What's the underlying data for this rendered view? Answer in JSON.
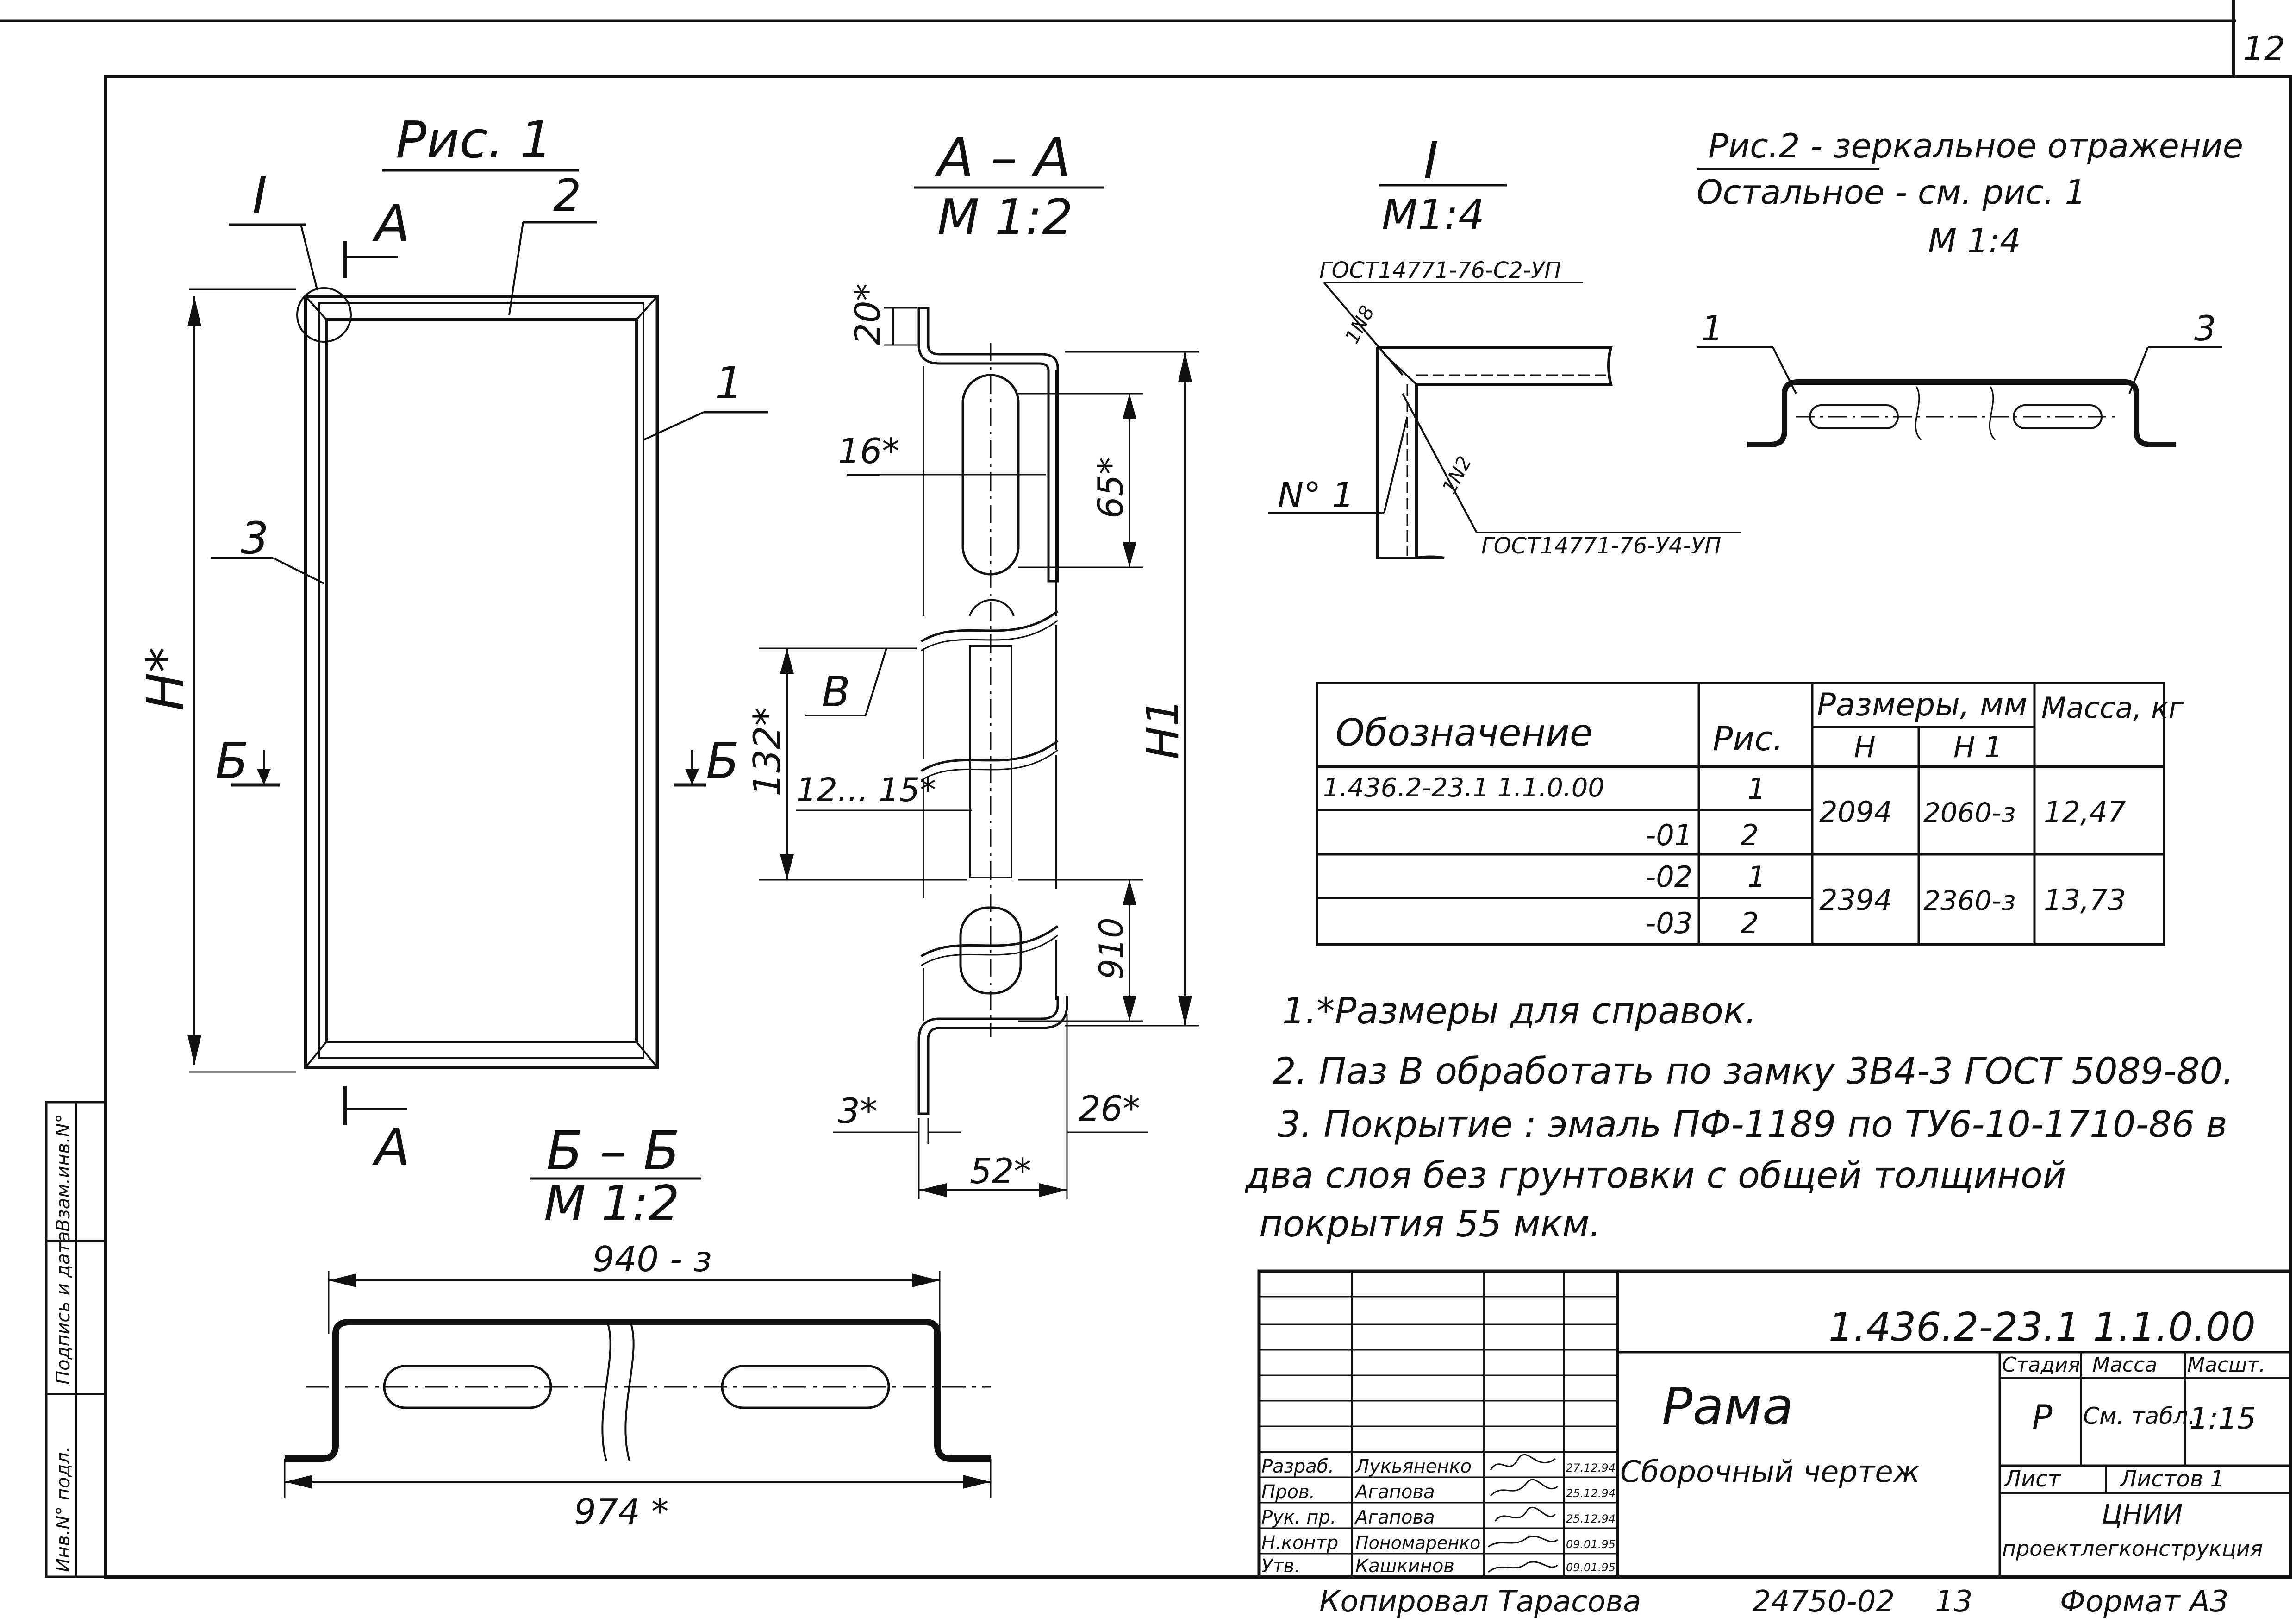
{
  "sheet": {
    "number": "12"
  },
  "fig1": {
    "title": "Рис. 1",
    "view_mark": "I",
    "section_a": "А",
    "section_b": "Б",
    "height_dim": "H*",
    "positions": [
      "1",
      "2",
      "3"
    ]
  },
  "section_aa": {
    "title": "А – А",
    "scale": "М 1:2",
    "dims": {
      "top": "20*",
      "slot_width": "16*",
      "slot_len": "65*",
      "pitch": "132*",
      "range": "12... 15*",
      "bottom_len": "910",
      "h1": "H1",
      "flange_left": "3*",
      "flange_right": "26*",
      "width": "52*"
    },
    "groove": "В"
  },
  "detail_i": {
    "title": "I",
    "scale": "М1:4",
    "weld_top": "ГОСТ14771-76-С2-УП",
    "weld_top_leg": "1N8",
    "weld_bottom": "ГОСТ14771-76-У4-УП",
    "weld_bottom_leg": "1N2",
    "weld_number": "N° 1"
  },
  "fig2": {
    "title": "Рис.2 - зеркальное отражение",
    "note": "Остальное - см. рис. 1",
    "scale": "М 1:4",
    "pos_left": "1",
    "pos_right": "3"
  },
  "section_bb": {
    "title": "Б – Б",
    "scale": "М 1:2",
    "dim_inner": "940 - з",
    "dim_outer": "974 *"
  },
  "table": {
    "headers": {
      "designation": "Обозначение",
      "fig": "Рис.",
      "dims": "Размеры, мм",
      "h": "H",
      "h1": "H 1",
      "mass": "Масса, кг"
    },
    "rows": [
      {
        "designation": "1.436.2-23.1  1.1.0.00",
        "fig": "1",
        "h": "2094",
        "h1": "2060-з",
        "mass": "12,47"
      },
      {
        "designation": "-01",
        "fig": "2"
      },
      {
        "designation": "-02",
        "fig": "1",
        "h": "2394",
        "h1": "2360-з",
        "mass": "13,73"
      },
      {
        "designation": "-03",
        "fig": "2"
      }
    ]
  },
  "notes": [
    "1.*Размеры для справок.",
    "2. Паз В обработать по замку 3В4-3 ГОСТ 5089-80.",
    "3. Покрытие : эмаль ПФ-1189 по ТУ6-10-1710-86 в",
    "два слоя без грунтовки с общей толщиной",
    "покрытия  55 мкм."
  ],
  "title_block": {
    "code": "1.436.2-23.1  1.1.0.00",
    "name": "Рама",
    "subtitle": "Сборочный чертеж",
    "stage_label": "Стадия",
    "mass_label": "Масса",
    "scale_label": "Масшт.",
    "stage": "Р",
    "mass": "См. табл.",
    "scale": "1:15",
    "sheet_label": "Лист",
    "sheets_label": "Листов 1",
    "org_1": "ЦНИИ",
    "org_2": "проектлегконструкция",
    "roles": [
      {
        "role": "Разраб.",
        "name": "Лукьяненко",
        "date": "27.12.94"
      },
      {
        "role": "Пров.",
        "name": "Агапова",
        "date": "25.12.94"
      },
      {
        "role": "Рук. пр.",
        "name": "Агапова",
        "date": "25.12.94"
      },
      {
        "role": "Н.контр",
        "name": "Пономаренко",
        "date": "09.01.95"
      },
      {
        "role": "Утв.",
        "name": "Кашкинов",
        "date": "09.01.95"
      }
    ]
  },
  "side_stamp": [
    "Взам.инв.N°",
    "Подпись и дата",
    "Инв.N° подл."
  ],
  "footer": {
    "copied": "Копировал Тарасова",
    "doc_no": "24750-02",
    "page": "13",
    "format": "Формат А3"
  }
}
